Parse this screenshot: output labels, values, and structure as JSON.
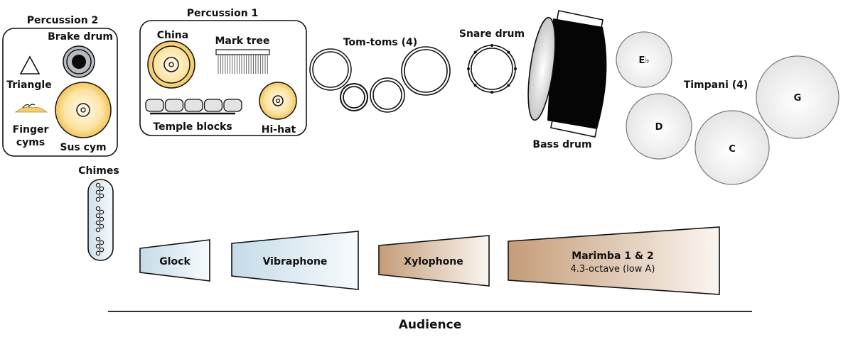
{
  "diagram": {
    "title": "Percussion stage setup",
    "audience_label": "Audience",
    "groups": {
      "percussion2": {
        "title": "Percussion 2",
        "instruments": {
          "brake_drum": "Brake drum",
          "triangle": "Triangle",
          "finger_cymbals": [
            "Finger",
            "cyms"
          ],
          "suspended_cymbal": "Sus cym"
        }
      },
      "percussion1": {
        "title": "Percussion 1",
        "instruments": {
          "china": "China",
          "mark_tree": "Mark tree",
          "temple_blocks": "Temple blocks",
          "temple_block_count": 5,
          "hi_hat": "Hi-hat"
        }
      }
    },
    "drums": {
      "tom_toms": "Tom-toms (4)",
      "tom_tom_count": 4,
      "snare": "Snare drum",
      "bass": "Bass drum"
    },
    "timpani": {
      "label": "Timpani (4)",
      "notes": [
        "E♭",
        "D",
        "C",
        "G"
      ]
    },
    "chimes": "Chimes",
    "mallets": [
      {
        "name": "Glock",
        "family": "metal"
      },
      {
        "name": "Vibraphone",
        "family": "metal"
      },
      {
        "name": "Xylophone",
        "family": "wood"
      },
      {
        "name": "Marimba 1 & 2",
        "subtitle": "4.3-octave (low A)",
        "family": "wood"
      }
    ],
    "colors": {
      "cymbal": "#f5c964",
      "cymbal_light": "#fdf1cf",
      "metal_bar": "#c9dde9",
      "wood_bar": "#c8a07c",
      "timpani": "#ececec",
      "brake_drum": "#a8aeb6",
      "temple_block": "#e3e3e3",
      "outline": "#111111"
    }
  }
}
